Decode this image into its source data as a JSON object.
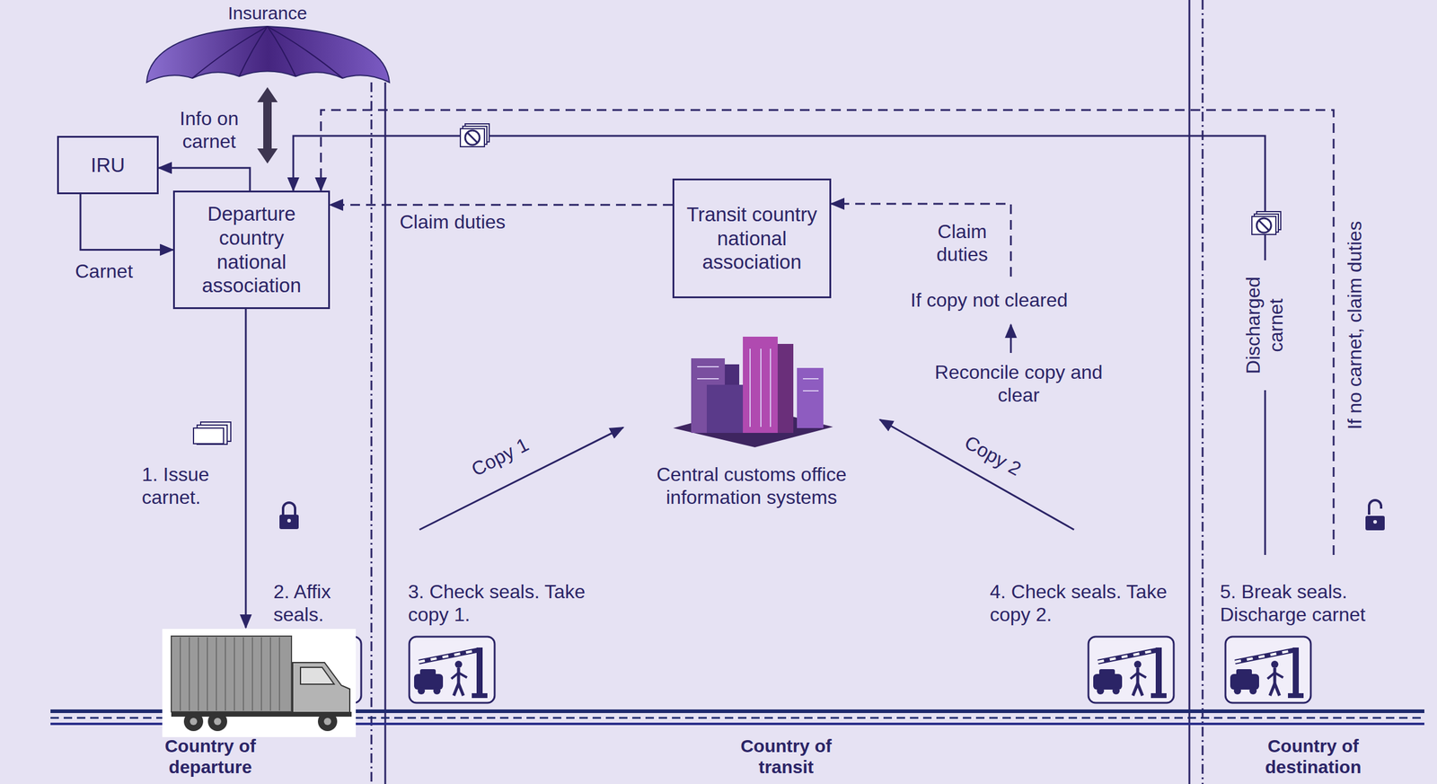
{
  "diagram": {
    "nodes": [
      {
        "text": [
          "IRU"
        ]
      },
      {
        "text": [
          "Departure country national association"
        ]
      },
      {
        "text": [
          "Transit country national association"
        ]
      }
    ],
    "edges": [
      {
        "from": 1,
        "to": 0,
        "label": "Info on carnet",
        "arrow": "to"
      },
      {
        "from": 0,
        "to": 1,
        "label": "Carnet",
        "arrow": "to"
      },
      {
        "from": 2,
        "to": 1,
        "label": "Claim duties",
        "arrow": "to"
      }
    ],
    "labels": [
      "Insurance",
      "1. Issue carnet.",
      "2. Affix seals.",
      "3. Check seals. Take copy 1.",
      "Copy 1",
      "Central customs office information systems",
      "Claim duties",
      "If copy not cleared",
      "Reconcile copy and clear",
      "Copy 2",
      "4. Check seals. Take copy 2.",
      "Discharged carnet",
      "If no carnet, claim duties",
      "5. Break seals. Discharge carnet",
      "Country of departure",
      "Country of transit",
      "Country of destination"
    ]
  }
}
